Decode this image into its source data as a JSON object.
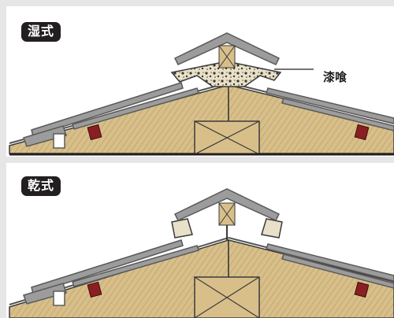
{
  "panels": [
    {
      "method_label": "湿式",
      "callout": "漆喰"
    },
    {
      "method_label": "乾式"
    }
  ],
  "colors": {
    "background": "#e6e6e6",
    "tile": "#9c9c9c",
    "tile_edge": "#5a5a5a",
    "wood": "#d8bf8a",
    "wood_hatch": "#b9a16c",
    "plaster": "#e8e0c8",
    "clip": "#8a1f23",
    "label_bg": "#231f20"
  }
}
